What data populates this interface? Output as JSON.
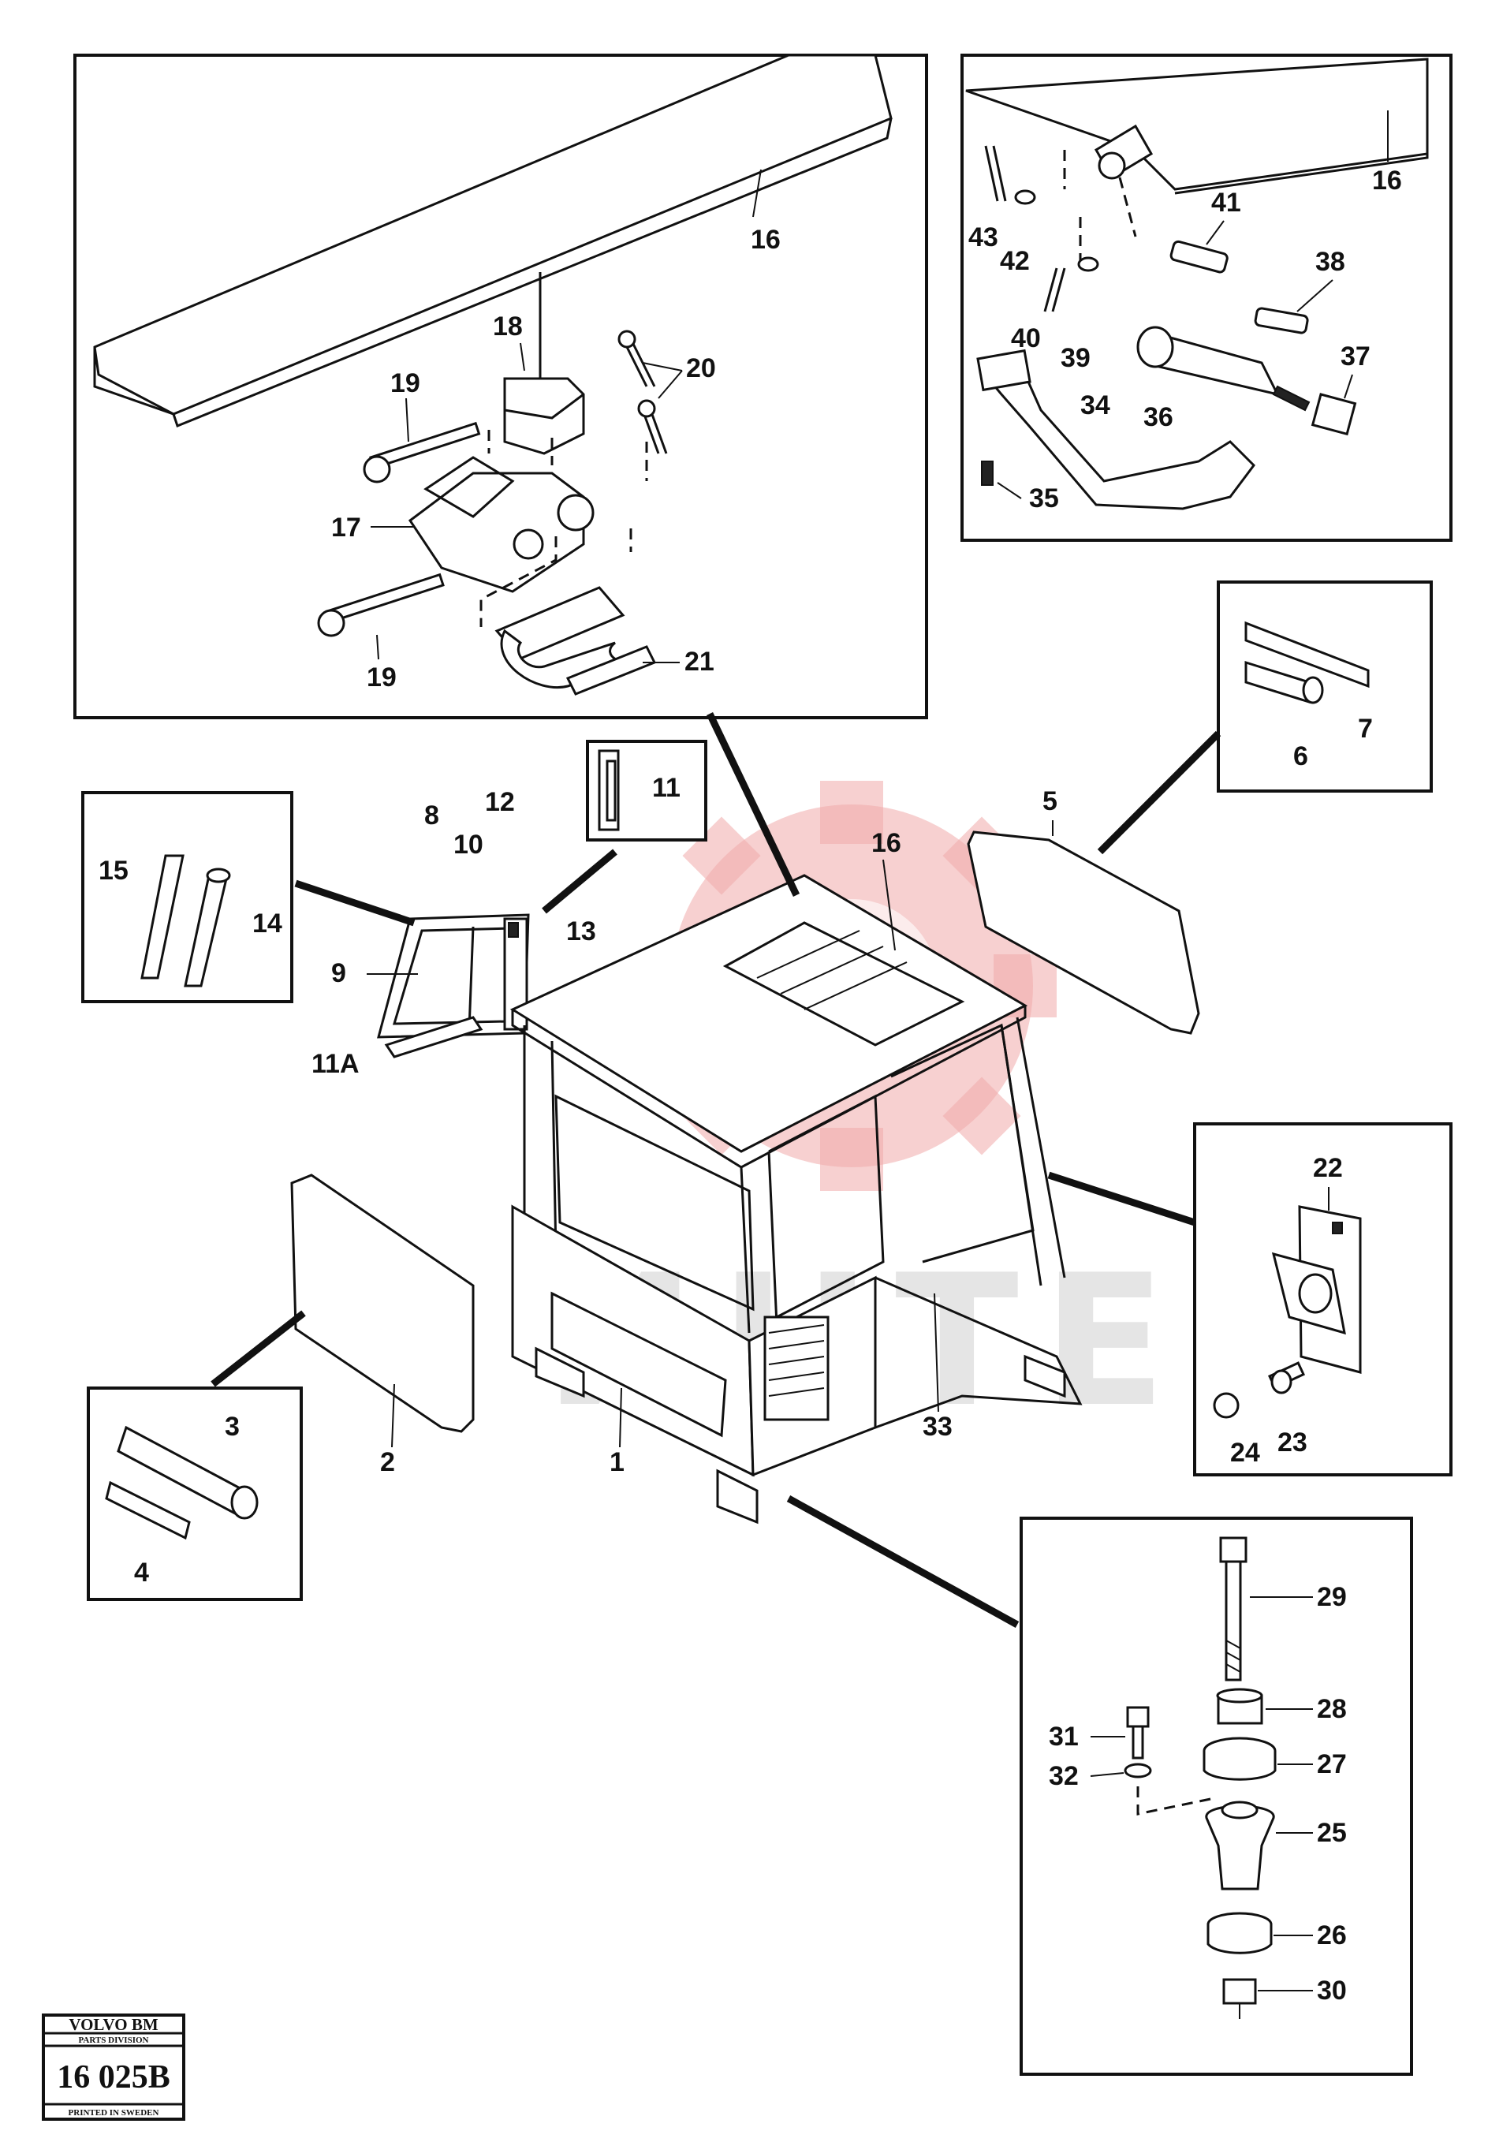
{
  "document": {
    "type": "exploded parts diagram",
    "stamp": {
      "brand": "VOLVO BM",
      "division": "PARTS DIVISION",
      "drawing_number": "16 025B",
      "printed": "PRINTED IN SWEDEN"
    },
    "watermark": {
      "text": "ИНТЕХ",
      "color": "#e07070"
    }
  },
  "callouts": {
    "c1": "1",
    "c2": "2",
    "c3": "3",
    "c4": "4",
    "c5": "5",
    "c6": "6",
    "c7": "7",
    "c8": "8",
    "c9": "9",
    "c10": "10",
    "c11": "11",
    "c11a": "11A",
    "c12": "12",
    "c13": "13",
    "c14": "14",
    "c15": "15",
    "c16_top": "16",
    "c16_roof": "16",
    "c16_handle": "16",
    "c17": "17",
    "c18": "18",
    "c19_a": "19",
    "c19_b": "19",
    "c20": "20",
    "c21": "21",
    "c22": "22",
    "c23": "23",
    "c24": "24",
    "c25": "25",
    "c26": "26",
    "c27": "27",
    "c28": "28",
    "c29": "29",
    "c30": "30",
    "c31": "31",
    "c32": "32",
    "c33": "33",
    "c34": "34",
    "c35": "35",
    "c36": "36",
    "c37": "37",
    "c38": "38",
    "c39": "39",
    "c40": "40",
    "c41": "41",
    "c42": "42",
    "c43": "43"
  }
}
